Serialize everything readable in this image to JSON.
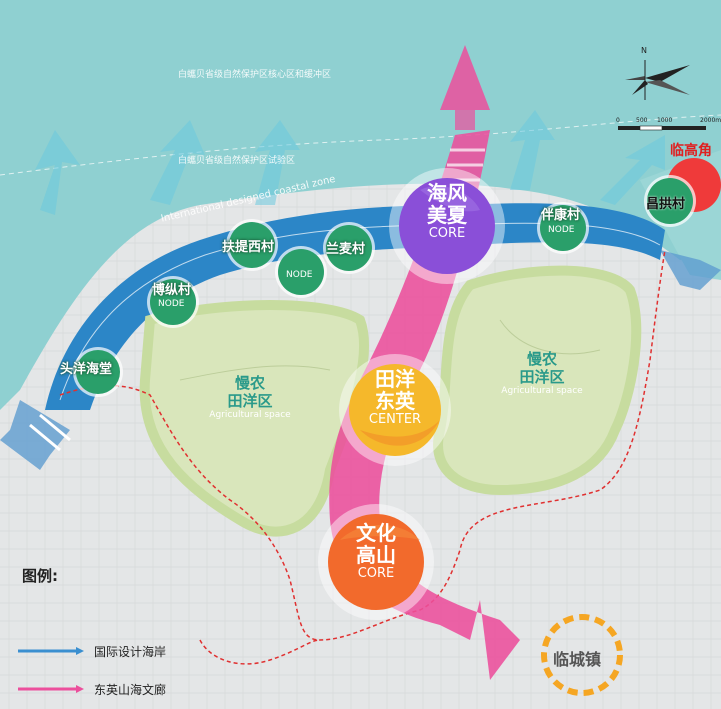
{
  "zones": {
    "core_protection": "白蠵贝省级自然保护区核心区和缓冲区",
    "experimental": "白蠵贝省级自然保护区试验区",
    "coastal_zone": "International designed coastal zone"
  },
  "cores": [
    {
      "id": "haifeng",
      "line1": "海风",
      "line2": "美夏",
      "sub": "CORE"
    },
    {
      "id": "tianyang",
      "line1": "田洋",
      "line2": "东英",
      "sub": "CENTER"
    },
    {
      "id": "wenhua",
      "line1": "文化",
      "line2": "高山",
      "sub": "CORE"
    }
  ],
  "villages": [
    {
      "id": "touyang",
      "name": "头洋海堂",
      "sub": ""
    },
    {
      "id": "bozong",
      "name": "博纵村",
      "sub": "NODE"
    },
    {
      "id": "futi",
      "name": "扶提西村",
      "sub": ""
    },
    {
      "id": "node1",
      "name": "",
      "sub": "NODE"
    },
    {
      "id": "lanmai",
      "name": "兰麦村",
      "sub": ""
    },
    {
      "id": "bankang",
      "name": "伴康村",
      "sub": "NODE"
    },
    {
      "id": "changgong",
      "name": "昌拱村",
      "sub": ""
    },
    {
      "id": "lingaojiao",
      "name": "临高角",
      "sub": ""
    }
  ],
  "agri": [
    {
      "id": "west",
      "line1": "慢农",
      "line2": "田洋区",
      "sub": "Agricultural space"
    },
    {
      "id": "east",
      "line1": "慢农",
      "line2": "田洋区",
      "sub": "Agricultural space"
    }
  ],
  "town": {
    "name": "临城镇"
  },
  "compass": {
    "north": "N",
    "scale": [
      "0",
      "500",
      "1000",
      "2000m"
    ]
  },
  "legend": {
    "title": "图例:",
    "items": [
      {
        "label": "国际设计海岸",
        "color": "#3a8fd0"
      },
      {
        "label": "东英山海文廊",
        "color": "#ec4f9c"
      }
    ]
  },
  "colors": {
    "sea": "#8ecfd0",
    "coast_band": "#2f86c8",
    "corridor": "#ec4f9c",
    "core_purple": "#8a4fd8",
    "core_yellow": "#f5a623",
    "core_orange": "#f06a28",
    "node_green": "#2a9f6a",
    "agri_fill": "#d6e4b4",
    "agri_edge": "#c2d99a",
    "boundary": "#e03030"
  }
}
